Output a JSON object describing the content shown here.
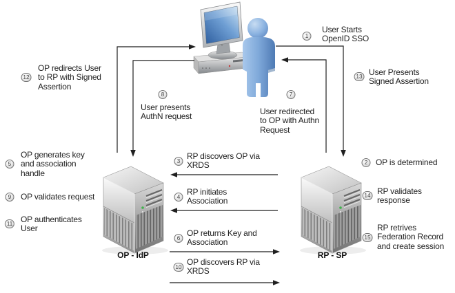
{
  "servers": {
    "op": {
      "label": "OP - IdP"
    },
    "rp": {
      "label": "RP - SP"
    }
  },
  "steps": [
    {
      "num": "1",
      "text": "User Starts\nOpenID SSO"
    },
    {
      "num": "2",
      "text": "OP is determined"
    },
    {
      "num": "3",
      "text": "RP discovers OP via\nXRDS"
    },
    {
      "num": "4",
      "text": "RP initiates\nAssociation"
    },
    {
      "num": "5",
      "text": "OP generates key\nand association\nhandle"
    },
    {
      "num": "6",
      "text": "OP returns Key and\nAssociation"
    },
    {
      "num": "7",
      "text": "User redirected\nto OP with Authn\nRequest"
    },
    {
      "num": "8",
      "text": "User presents\nAuthN request"
    },
    {
      "num": "9",
      "text": "OP validates request"
    },
    {
      "num": "10",
      "text": "OP discovers RP via\nXRDS"
    },
    {
      "num": "11",
      "text": "OP authenticates\nUser"
    },
    {
      "num": "12",
      "text": "OP redirects User\nto RP with Signed\nAssertion"
    },
    {
      "num": "13",
      "text": "User Presents\nSigned Assertion"
    },
    {
      "num": "14",
      "text": "RP validates\nresponse"
    },
    {
      "num": "15",
      "text": "RP retrives\nFederation Record\nand create session"
    }
  ],
  "icons": {
    "user": "person-icon",
    "workstation": "desktop-computer-icon",
    "op_server": "server-tower-icon",
    "rp_server": "server-tower-icon"
  },
  "colors": {
    "figure_blue": "#7ea8d9",
    "screen_blue": "#4577b8",
    "led_green": "#3fb24b",
    "line": "#1f1f1f",
    "text": "#222222"
  }
}
